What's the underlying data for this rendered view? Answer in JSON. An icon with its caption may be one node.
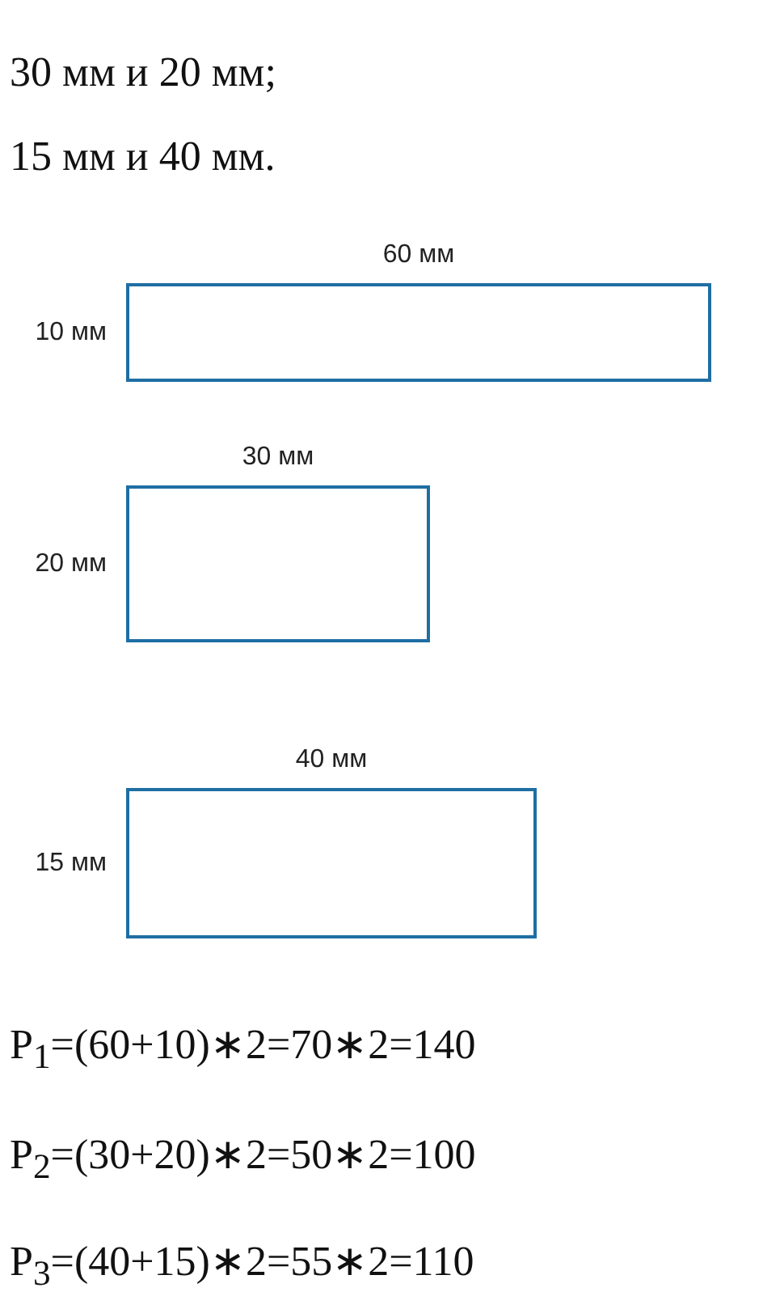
{
  "diagram": {
    "nodes": [
      {
        "text": [],
        "shape": "box",
        "beside": [
          "60 мм",
          "10 мм"
        ]
      },
      {
        "text": [],
        "shape": "box",
        "beside": [
          "30 мм",
          "20 мм"
        ]
      },
      {
        "text": [],
        "shape": "box",
        "beside": [
          "40 мм",
          "15 мм"
        ]
      }
    ],
    "labels": [
      "30 мм и 20 мм;",
      "15 мм и 40 мм.",
      "P$_{1}$=(60+10)∗2=70∗2=140",
      "P$_{2}$=(30+20)∗2=50∗2=100",
      "P$_{3}$=(40+15)∗2=55∗2=110"
    ]
  }
}
